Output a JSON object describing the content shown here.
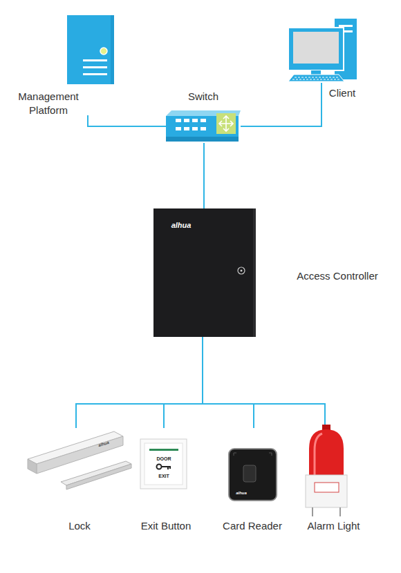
{
  "diagram": {
    "nodes": [
      {
        "text": [
          "Management Platform"
        ]
      },
      {
        "text": [
          "Switch"
        ]
      },
      {
        "text": [
          "Client"
        ]
      },
      {
        "text": [
          "Access Controller"
        ]
      },
      {
        "text": [
          "Lock"
        ]
      },
      {
        "text": [
          "Exit Button"
        ]
      },
      {
        "text": [
          "Card Reader"
        ]
      },
      {
        "text": [
          "Alarm Light"
        ]
      }
    ],
    "edges": [
      {
        "from": 0,
        "to": 1,
        "arrow": "none"
      },
      {
        "from": 1,
        "to": 2,
        "arrow": "none"
      },
      {
        "from": 1,
        "to": 3,
        "arrow": "none"
      },
      {
        "from": 3,
        "to": 4,
        "arrow": "none"
      },
      {
        "from": 3,
        "to": 5,
        "arrow": "none"
      },
      {
        "from": 3,
        "to": 6,
        "arrow": "none"
      },
      {
        "from": 3,
        "to": 7,
        "arrow": "none"
      }
    ],
    "labels": [
      "alhua",
      "alhua",
      "DOOR",
      "EXIT",
      "alhua"
    ]
  }
}
